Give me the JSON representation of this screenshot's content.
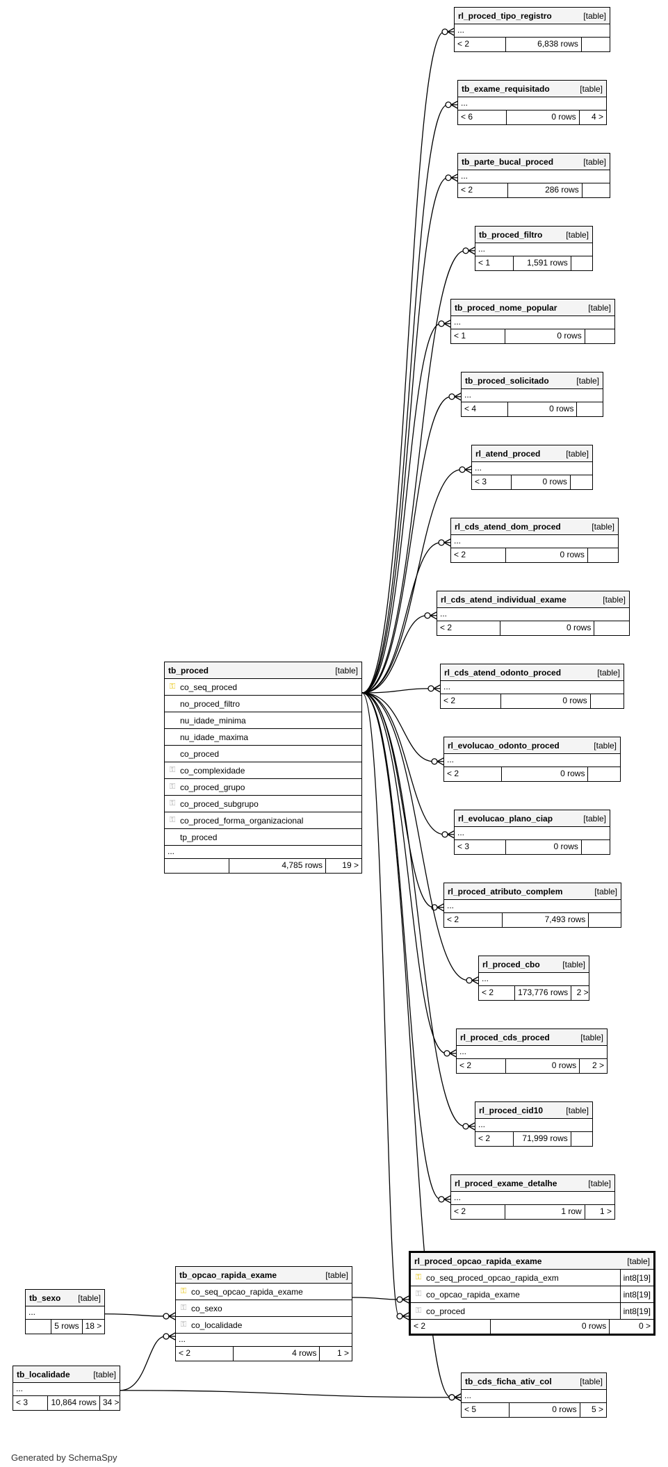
{
  "footer": "Generated by SchemaSpy",
  "tables": [
    {
      "id": "t_tipo_registro",
      "name": "rl_proced_tipo_registro",
      "kind": "[table]",
      "ellipsis": "...",
      "parents": "< 2",
      "rows": "6,838 rows",
      "children": ""
    },
    {
      "id": "t_exame_req",
      "name": "tb_exame_requisitado",
      "kind": "[table]",
      "ellipsis": "...",
      "parents": "< 6",
      "rows": "0 rows",
      "children": "4 >"
    },
    {
      "id": "t_parte_bucal",
      "name": "tb_parte_bucal_proced",
      "kind": "[table]",
      "ellipsis": "...",
      "parents": "< 2",
      "rows": "286 rows",
      "children": ""
    },
    {
      "id": "t_filtro",
      "name": "tb_proced_filtro",
      "kind": "[table]",
      "ellipsis": "...",
      "parents": "< 1",
      "rows": "1,591 rows",
      "children": ""
    },
    {
      "id": "t_nome_popular",
      "name": "tb_proced_nome_popular",
      "kind": "[table]",
      "ellipsis": "...",
      "parents": "< 1",
      "rows": "0 rows",
      "children": ""
    },
    {
      "id": "t_solicitado",
      "name": "tb_proced_solicitado",
      "kind": "[table]",
      "ellipsis": "...",
      "parents": "< 4",
      "rows": "0 rows",
      "children": ""
    },
    {
      "id": "t_atend",
      "name": "rl_atend_proced",
      "kind": "[table]",
      "ellipsis": "...",
      "parents": "< 3",
      "rows": "0 rows",
      "children": ""
    },
    {
      "id": "t_cds_dom",
      "name": "rl_cds_atend_dom_proced",
      "kind": "[table]",
      "ellipsis": "...",
      "parents": "< 2",
      "rows": "0 rows",
      "children": ""
    },
    {
      "id": "t_cds_ind",
      "name": "rl_cds_atend_individual_exame",
      "kind": "[table]",
      "ellipsis": "...",
      "parents": "< 2",
      "rows": "0 rows",
      "children": ""
    },
    {
      "id": "t_cds_odonto",
      "name": "rl_cds_atend_odonto_proced",
      "kind": "[table]",
      "ellipsis": "...",
      "parents": "< 2",
      "rows": "0 rows",
      "children": ""
    },
    {
      "id": "t_evol_odonto",
      "name": "rl_evolucao_odonto_proced",
      "kind": "[table]",
      "ellipsis": "...",
      "parents": "< 2",
      "rows": "0 rows",
      "children": ""
    },
    {
      "id": "t_evol_ciap",
      "name": "rl_evolucao_plano_ciap",
      "kind": "[table]",
      "ellipsis": "...",
      "parents": "< 3",
      "rows": "0 rows",
      "children": ""
    },
    {
      "id": "t_atrib",
      "name": "rl_proced_atributo_complem",
      "kind": "[table]",
      "ellipsis": "...",
      "parents": "< 2",
      "rows": "7,493 rows",
      "children": ""
    },
    {
      "id": "t_cbo",
      "name": "rl_proced_cbo",
      "kind": "[table]",
      "ellipsis": "...",
      "parents": "< 2",
      "rows": "173,776 rows",
      "children": "2 >"
    },
    {
      "id": "t_cds_proced",
      "name": "rl_proced_cds_proced",
      "kind": "[table]",
      "ellipsis": "...",
      "parents": "< 2",
      "rows": "0 rows",
      "children": "2 >"
    },
    {
      "id": "t_cid10",
      "name": "rl_proced_cid10",
      "kind": "[table]",
      "ellipsis": "...",
      "parents": "< 2",
      "rows": "71,999 rows",
      "children": ""
    },
    {
      "id": "t_exame_det",
      "name": "rl_proced_exame_detalhe",
      "kind": "[table]",
      "ellipsis": "...",
      "parents": "< 2",
      "rows": "1 row",
      "children": "1 >"
    },
    {
      "id": "t_opcao_rapida_exame",
      "name": "rl_proced_opcao_rapida_exame",
      "kind": "[table]",
      "focus": true,
      "columns": [
        {
          "name": "co_seq_proced_opcao_rapida_exm",
          "key": "pk",
          "type": "int8[19]"
        },
        {
          "name": "co_opcao_rapida_exame",
          "key": "fk",
          "type": "int8[19]"
        },
        {
          "name": "co_proced",
          "key": "fk",
          "type": "int8[19]"
        }
      ],
      "parents": "< 2",
      "rows": "0 rows",
      "children": "0 >"
    },
    {
      "id": "t_ficha",
      "name": "tb_cds_ficha_ativ_col",
      "kind": "[table]",
      "ellipsis": "...",
      "parents": "< 5",
      "rows": "0 rows",
      "children": "5 >"
    },
    {
      "id": "t_proced",
      "name": "tb_proced",
      "kind": "[table]",
      "columns": [
        {
          "name": "co_seq_proced",
          "key": "pk"
        },
        {
          "name": "no_proced_filtro",
          "key": "none"
        },
        {
          "name": "nu_idade_minima",
          "key": "none"
        },
        {
          "name": "nu_idade_maxima",
          "key": "none"
        },
        {
          "name": "co_proced",
          "key": "none"
        },
        {
          "name": "co_complexidade",
          "key": "fk"
        },
        {
          "name": "co_proced_grupo",
          "key": "fk"
        },
        {
          "name": "co_proced_subgrupo",
          "key": "fk"
        },
        {
          "name": "co_proced_forma_organizacional",
          "key": "fk"
        },
        {
          "name": "tp_proced",
          "key": "none"
        }
      ],
      "ellipsis": "...",
      "parents": "",
      "rows": "4,785 rows",
      "children": "19 >"
    },
    {
      "id": "t_opcao",
      "name": "tb_opcao_rapida_exame",
      "kind": "[table]",
      "columns": [
        {
          "name": "co_seq_opcao_rapida_exame",
          "key": "pk"
        },
        {
          "name": "co_sexo",
          "key": "fk"
        },
        {
          "name": "co_localidade",
          "key": "fk"
        }
      ],
      "ellipsis": "...",
      "parents": "< 2",
      "rows": "4 rows",
      "children": "1 >"
    },
    {
      "id": "t_sexo",
      "name": "tb_sexo",
      "kind": "[table]",
      "ellipsis": "...",
      "parents": "",
      "rows": "5 rows",
      "children": "18 >"
    },
    {
      "id": "t_localidade",
      "name": "tb_localidade",
      "kind": "[table]",
      "ellipsis": "...",
      "parents": "< 3",
      "rows": "10,864 rows",
      "children": "34 >"
    }
  ],
  "relationships": [
    {
      "from": "t_proced",
      "to": "t_tipo_registro"
    },
    {
      "from": "t_proced",
      "to": "t_exame_req"
    },
    {
      "from": "t_proced",
      "to": "t_parte_bucal"
    },
    {
      "from": "t_proced",
      "to": "t_filtro"
    },
    {
      "from": "t_proced",
      "to": "t_nome_popular"
    },
    {
      "from": "t_proced",
      "to": "t_solicitado"
    },
    {
      "from": "t_proced",
      "to": "t_atend"
    },
    {
      "from": "t_proced",
      "to": "t_cds_dom"
    },
    {
      "from": "t_proced",
      "to": "t_cds_ind"
    },
    {
      "from": "t_proced",
      "to": "t_cds_odonto"
    },
    {
      "from": "t_proced",
      "to": "t_evol_odonto"
    },
    {
      "from": "t_proced",
      "to": "t_evol_ciap"
    },
    {
      "from": "t_proced",
      "to": "t_atrib"
    },
    {
      "from": "t_proced",
      "to": "t_cbo"
    },
    {
      "from": "t_proced",
      "to": "t_cds_proced"
    },
    {
      "from": "t_proced",
      "to": "t_cid10"
    },
    {
      "from": "t_proced",
      "to": "t_exame_det"
    },
    {
      "from": "t_proced",
      "to": "t_opcao_rapida_exame"
    },
    {
      "from": "t_proced",
      "to": "t_ficha"
    },
    {
      "from": "t_opcao",
      "to": "t_opcao_rapida_exame"
    },
    {
      "from": "t_sexo",
      "to": "t_opcao"
    },
    {
      "from": "t_localidade",
      "to": "t_opcao"
    },
    {
      "from": "t_localidade",
      "to": "t_ficha"
    }
  ]
}
